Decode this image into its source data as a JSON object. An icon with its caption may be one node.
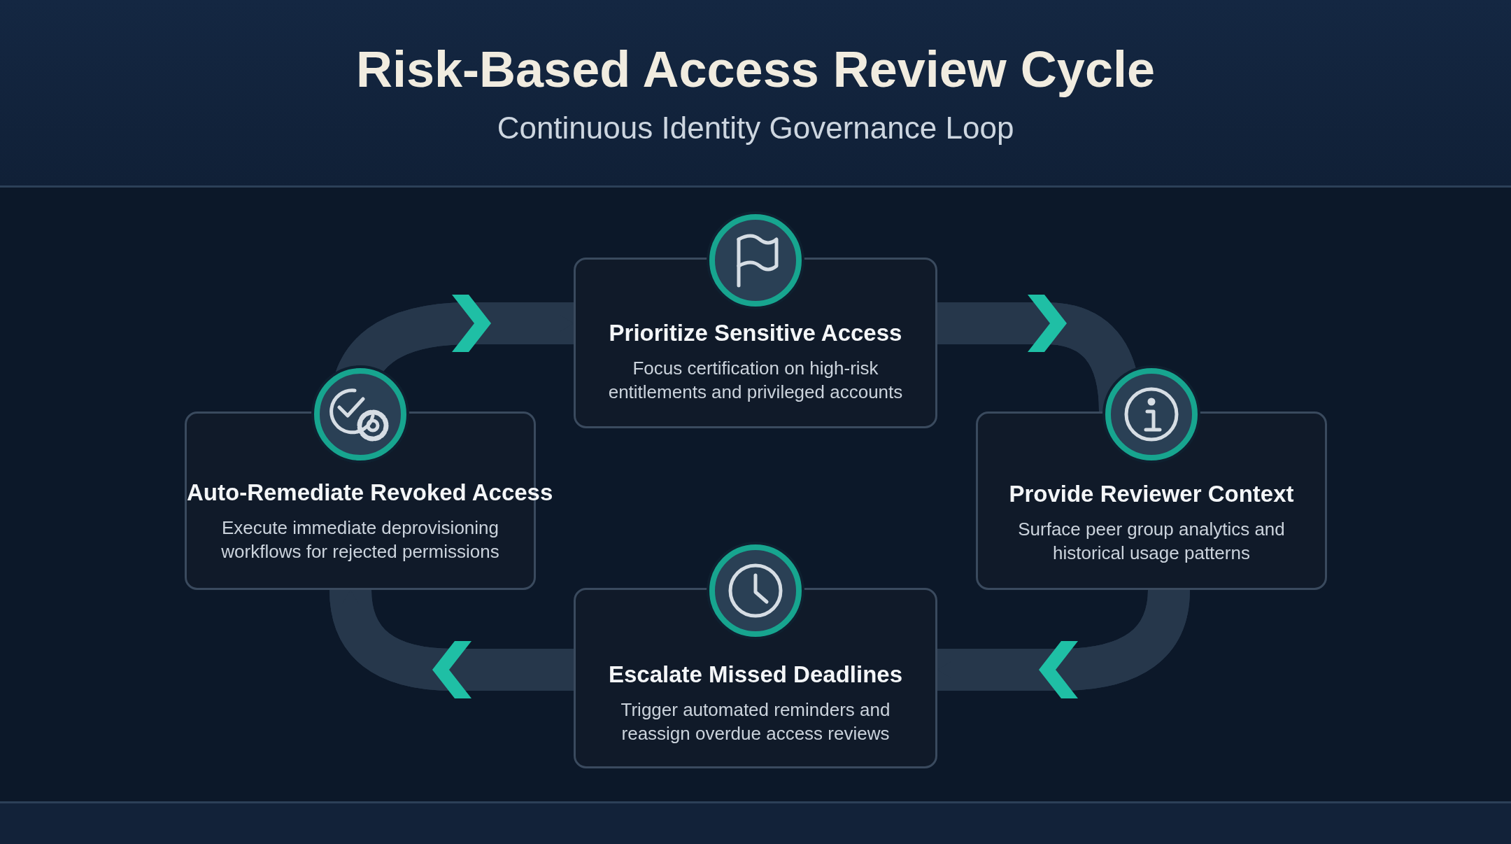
{
  "diagram": {
    "title": "Risk-Based Access Review Cycle",
    "caption": "Continuous Identity Governance Loop",
    "nodes": [
      {
        "text": [
          "Prioritize Sensitive Access",
          "Focus certification on high-risk entitlements and privileged accounts"
        ]
      },
      {
        "text": [
          "Provide Reviewer Context",
          "Surface peer group analytics and historical usage patterns"
        ]
      },
      {
        "text": [
          "Escalate Missed Deadlines",
          "Trigger automated reminders and reassign overdue access reviews"
        ]
      },
      {
        "text": [
          "Auto-Remediate Revoked Access",
          "Execute immediate deprovisioning workflows for rejected permissions"
        ]
      }
    ],
    "edges": [
      {
        "from": 0,
        "to": 1,
        "arrow": "to"
      },
      {
        "from": 1,
        "to": 2,
        "arrow": "to"
      },
      {
        "from": 2,
        "to": 3,
        "arrow": "to"
      },
      {
        "from": 3,
        "to": 0,
        "arrow": "to"
      }
    ]
  }
}
